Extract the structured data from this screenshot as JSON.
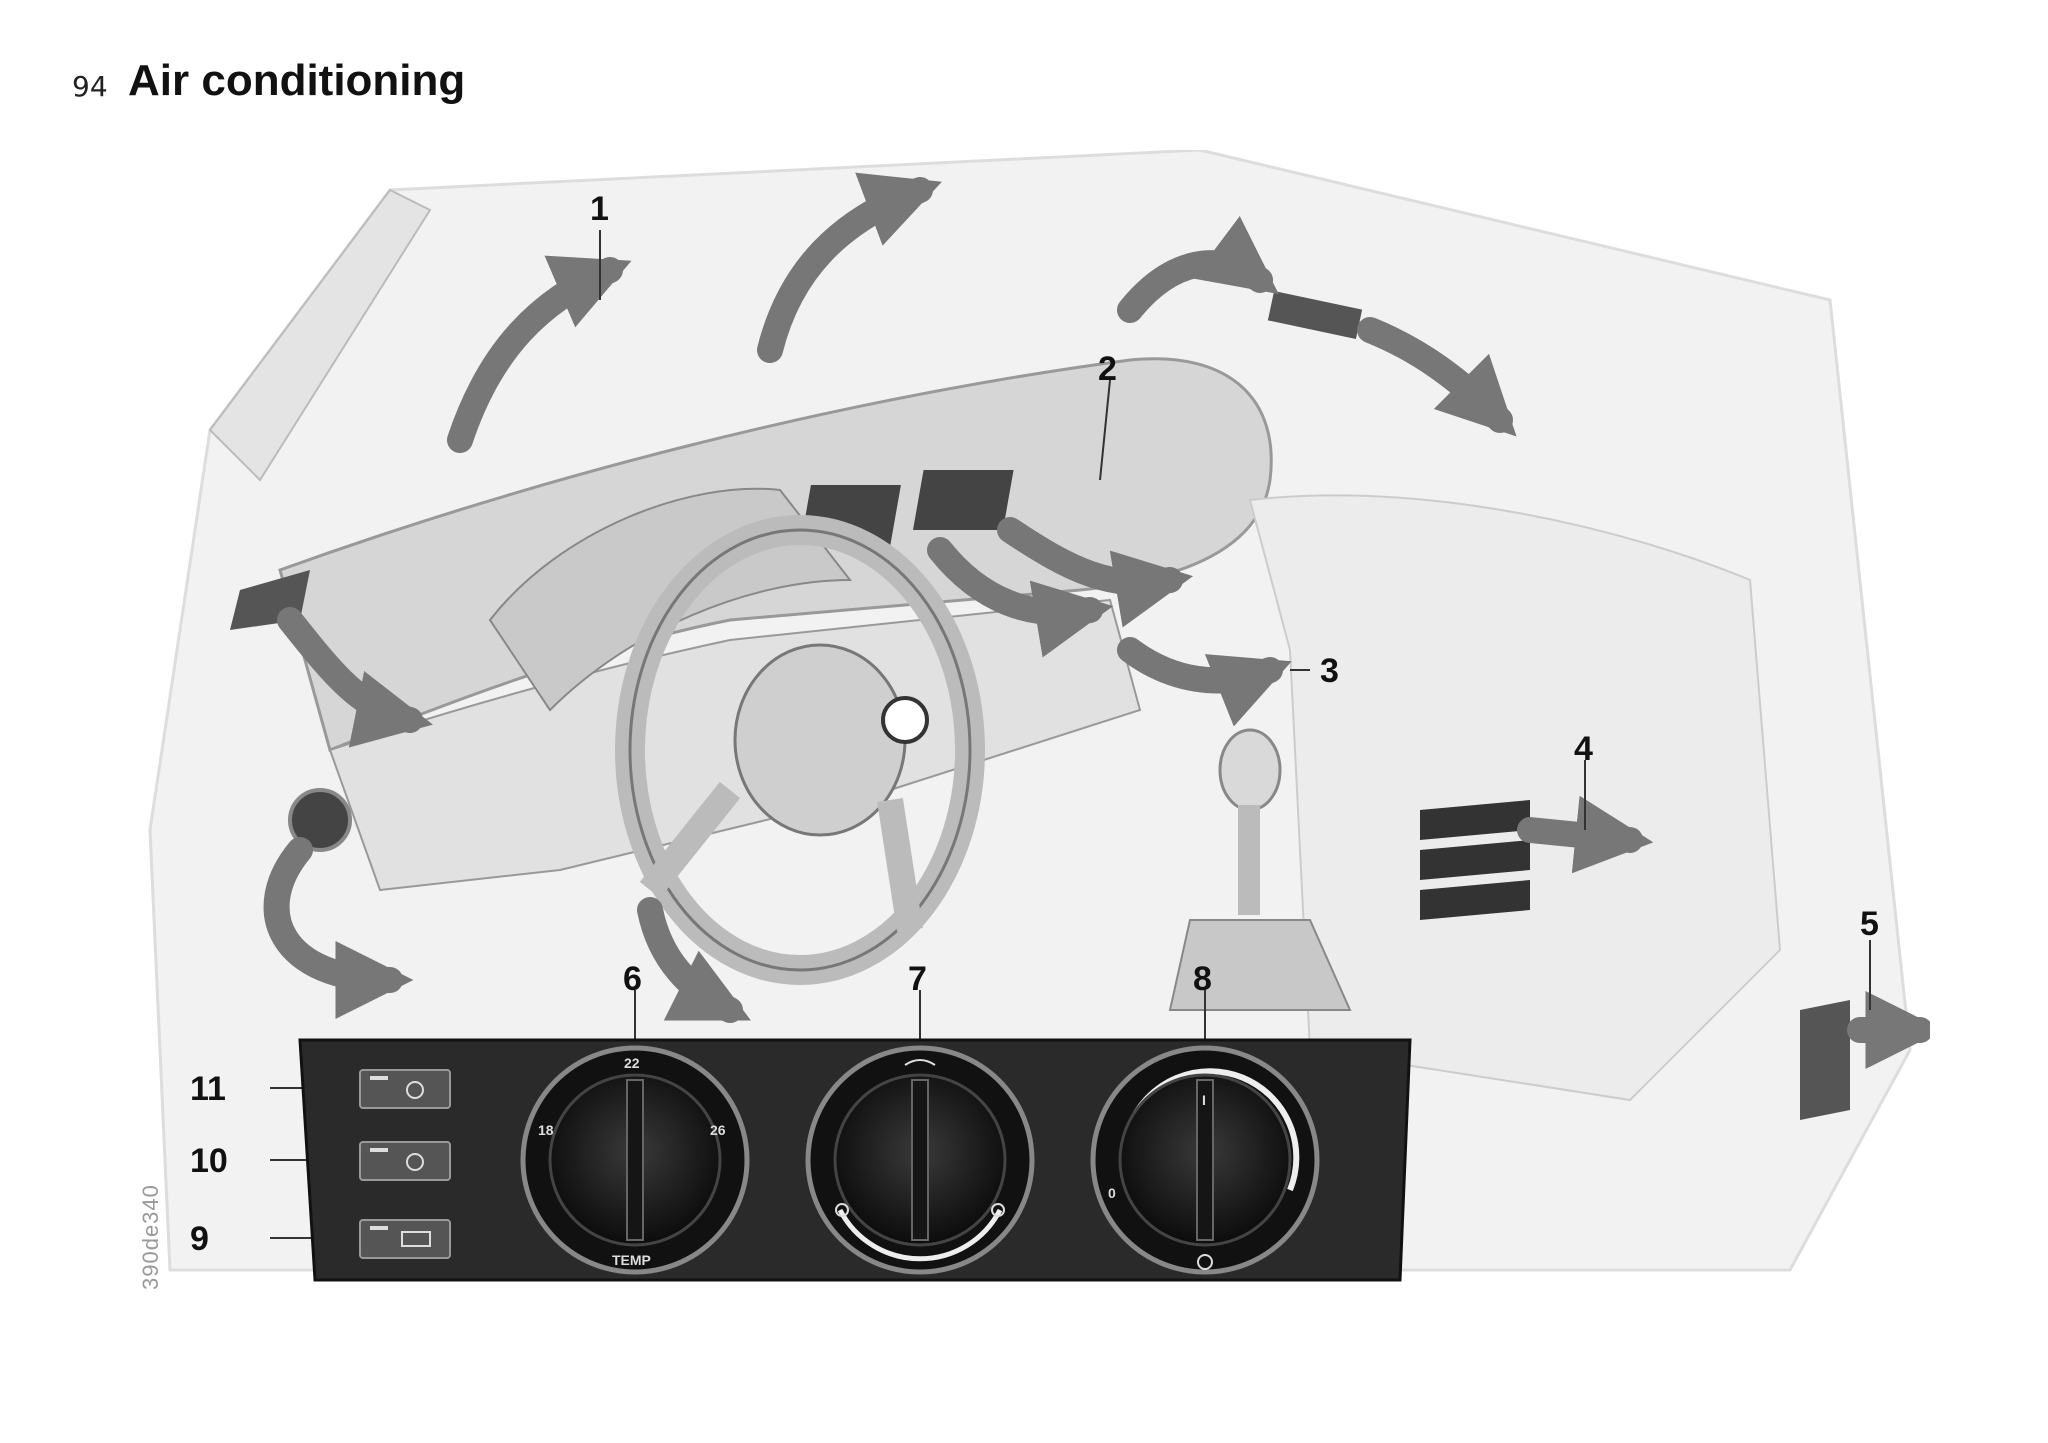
{
  "page": {
    "number": "94",
    "title": "Air conditioning"
  },
  "figure": {
    "code": "390de340",
    "callouts": [
      "1",
      "2",
      "3",
      "4",
      "5",
      "6",
      "7",
      "8",
      "9",
      "10",
      "11"
    ],
    "control_panel": {
      "dial_temp": {
        "labels": {
          "left": "18",
          "top": "22",
          "right": "26",
          "bottom": "TEMP"
        }
      },
      "dial_distribution": {
        "icons": [
          "defrost-icon",
          "footwell-icon",
          "face-vent-icon"
        ]
      },
      "dial_blower": {
        "labels": {
          "left": "0",
          "top": "I"
        },
        "icon": "fan-icon"
      },
      "buttons": [
        {
          "callout": "11",
          "icon": "recirculation-icon"
        },
        {
          "callout": "10",
          "icon": "ac-compressor-icon"
        },
        {
          "callout": "9",
          "icon": "rear-window-defroster-icon"
        }
      ]
    }
  }
}
